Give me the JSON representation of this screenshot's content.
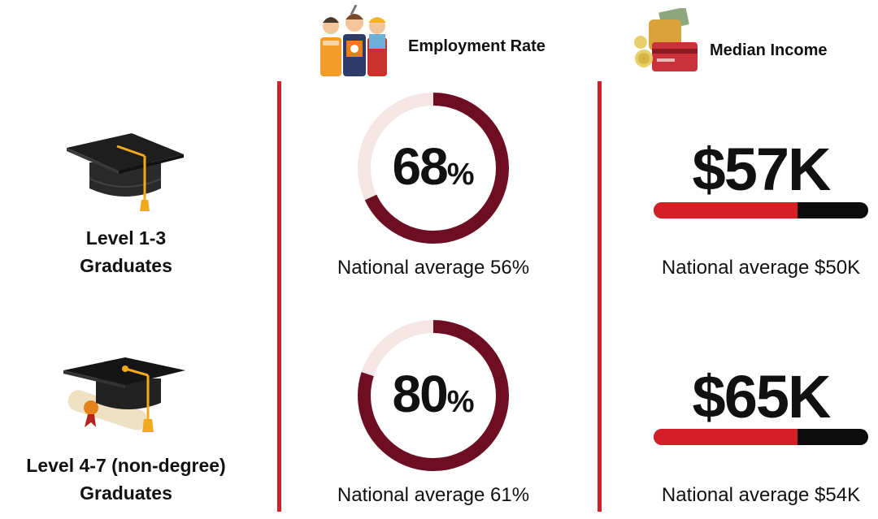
{
  "headers": {
    "employment": "Employment Rate",
    "income": "Median Income",
    "workers_icon": "workers-illustration-icon",
    "wallet_icon": "wallet-money-icon"
  },
  "colors": {
    "ring_track": "#f5e6e6",
    "ring_fill": "#6e0e22",
    "bar_fill": "#d41f27",
    "bar_track": "#0c0c0c",
    "divider": "#d0202a"
  },
  "rows": [
    {
      "label_line1": "Level 1-3",
      "label_line2": "Graduates",
      "icon": "graduation-cap-icon",
      "employment_value": "68",
      "percent_sign": "%",
      "employment_national": "National average 56%",
      "income_value": "$57K",
      "income_national": "National average $50K"
    },
    {
      "label_line1": "Level 4-7 (non-degree)",
      "label_line2": "Graduates",
      "icon": "graduation-cap-diploma-icon",
      "employment_value": "80",
      "percent_sign": "%",
      "employment_national": "National average 61%",
      "income_value": "$65K",
      "income_national": "National average $54K"
    }
  ],
  "chart_data": [
    {
      "type": "pie",
      "series": [
        {
          "values": [
            68,
            32
          ]
        }
      ]
    },
    {
      "type": "pie",
      "series": [
        {
          "values": [
            80,
            20
          ]
        }
      ]
    },
    {
      "type": "bar",
      "categories": [
        "$57K",
        "National average $50K"
      ],
      "values": [
        57,
        50
      ],
      "bar_fill_fraction": 0.67
    },
    {
      "type": "bar",
      "categories": [
        "$65K",
        "National average $54K"
      ],
      "values": [
        65,
        54
      ],
      "bar_fill_fraction": 0.67
    }
  ]
}
